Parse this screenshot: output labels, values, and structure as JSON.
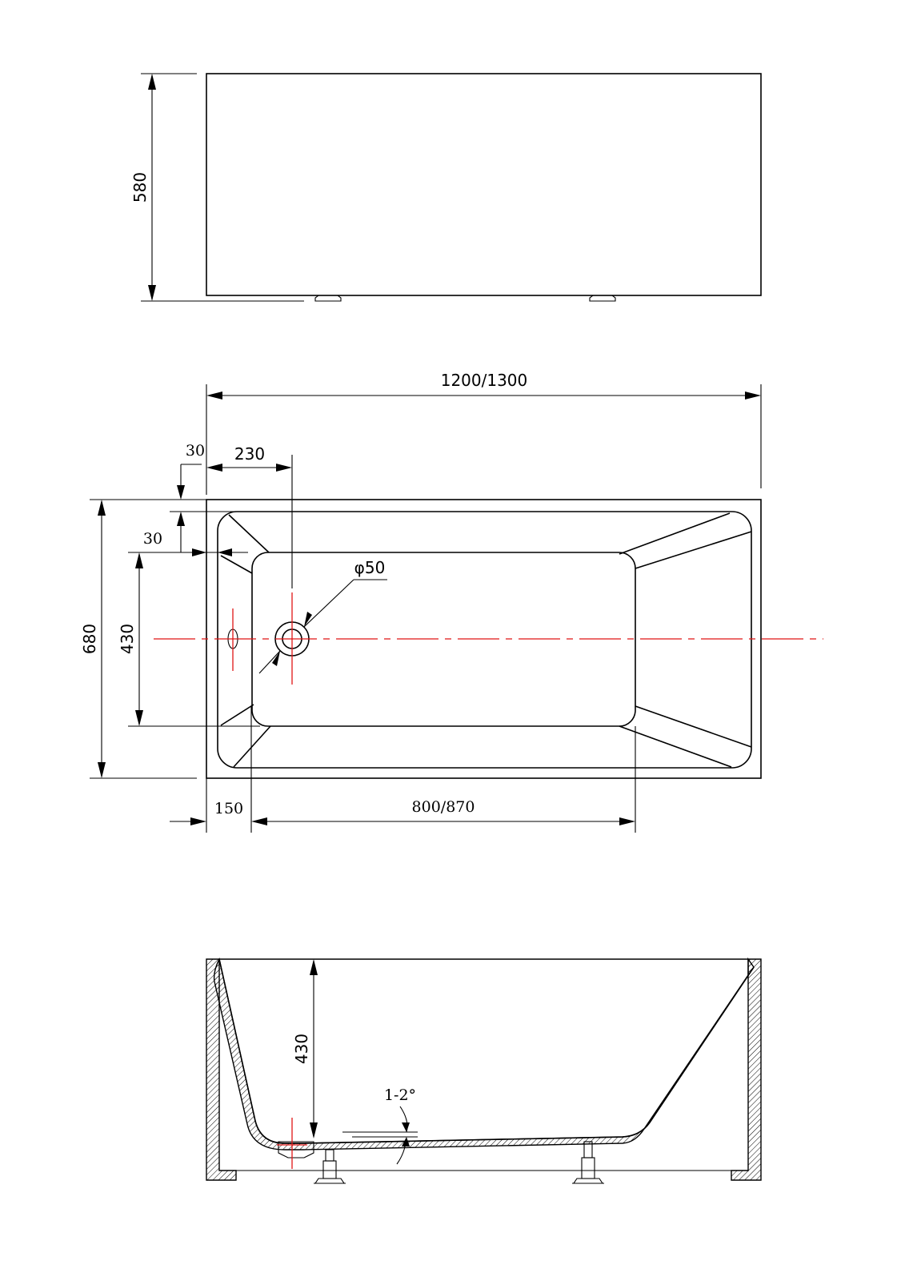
{
  "colors": {
    "line": "#000000",
    "centerline": "#e01515",
    "background": "#ffffff"
  },
  "front_view": {
    "height_label": "580"
  },
  "top_view": {
    "overall_length_label": "1200/1300",
    "overall_width_label": "680",
    "rim_label_top": "30",
    "drain_offset_label": "230",
    "rim_label_side": "30",
    "inner_width_label": "430",
    "drain_diameter_label": "φ50",
    "end_offset_label": "150",
    "bottom_length_label": "800/870"
  },
  "section_view": {
    "depth_label": "430",
    "slope_label": "1-2°"
  }
}
